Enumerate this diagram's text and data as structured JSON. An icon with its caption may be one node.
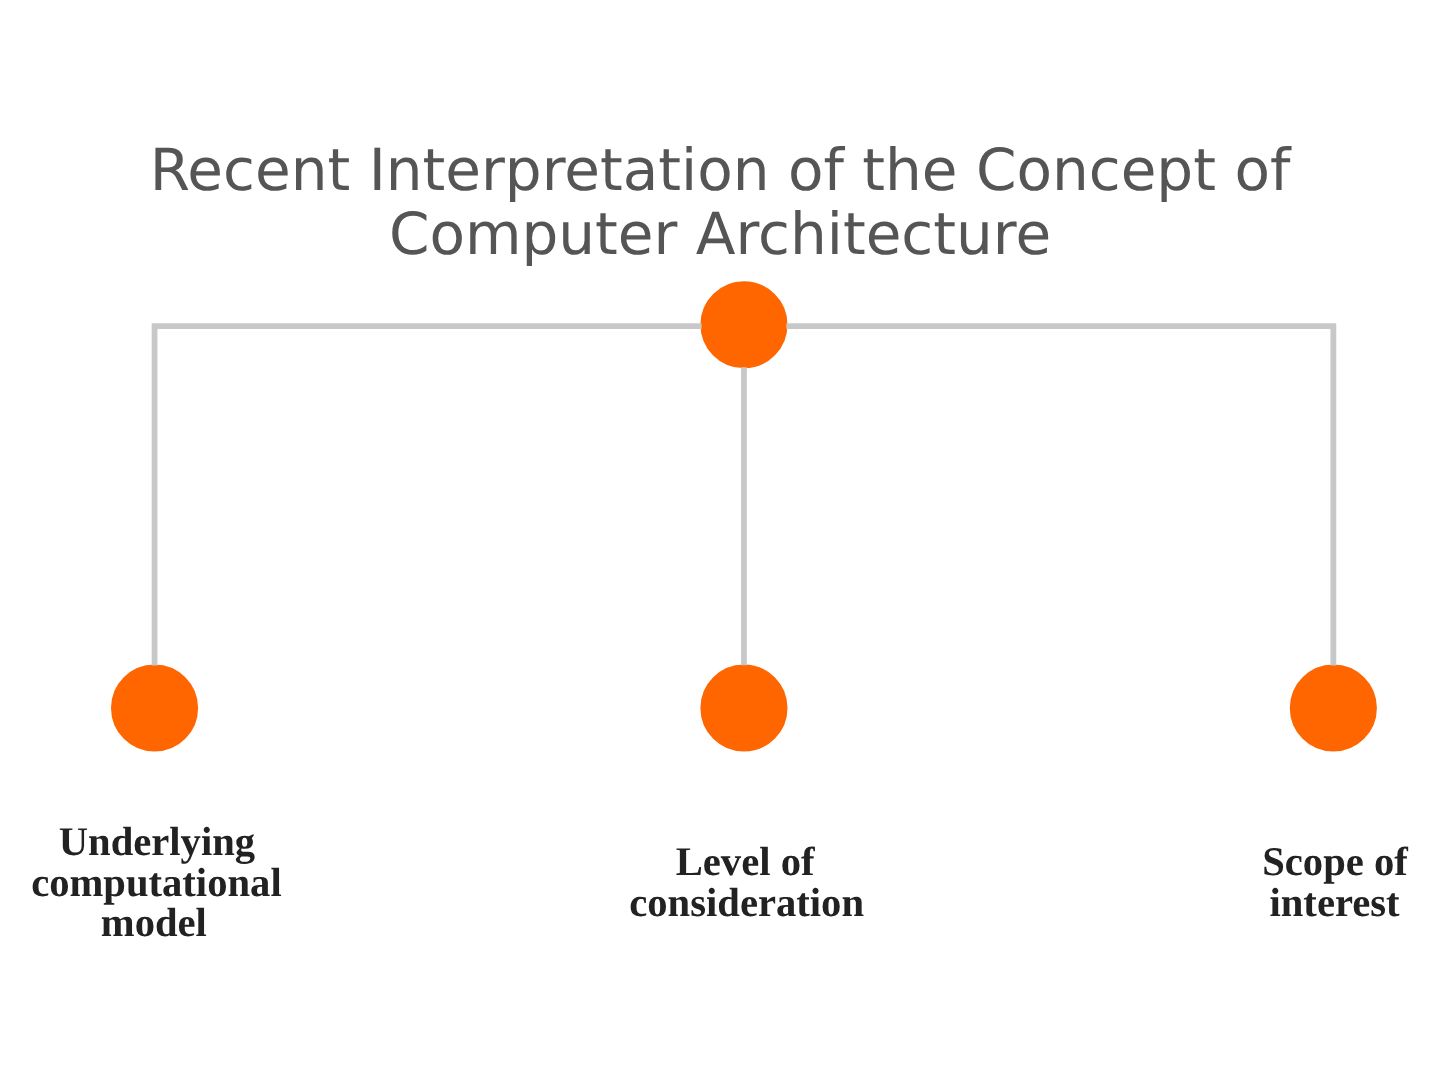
{
  "diagram": {
    "title": "Recent Interpretation of the Concept of Computer Architecture",
    "nodes": [
      {
        "text": [],
        "shape": "circle"
      },
      {
        "text": [],
        "shape": "circle",
        "beside": [
          "Underlying computational model"
        ]
      },
      {
        "text": [],
        "shape": "circle",
        "beside": [
          "Level of consideration"
        ]
      },
      {
        "text": [],
        "shape": "circle",
        "beside": [
          "Scope of interest"
        ]
      }
    ],
    "edges": [
      {
        "from": 0,
        "to": 1,
        "arrow": "none"
      },
      {
        "from": 0,
        "to": 2,
        "arrow": "none"
      },
      {
        "from": 0,
        "to": 3,
        "arrow": "none"
      }
    ]
  }
}
